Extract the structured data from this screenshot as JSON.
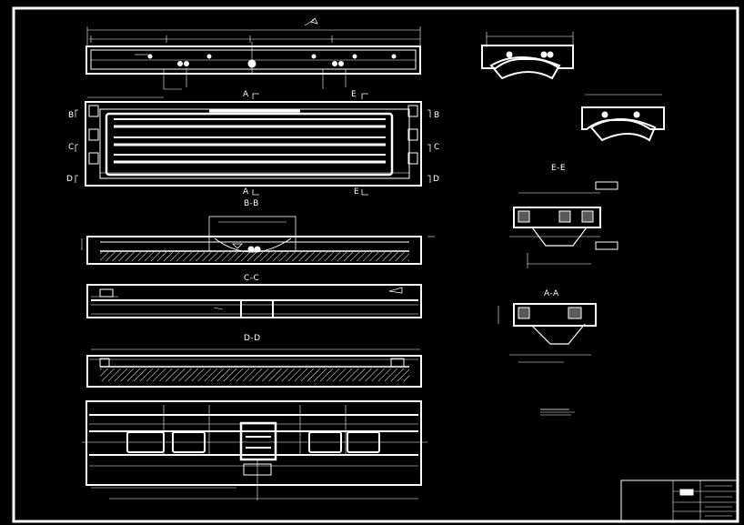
{
  "drawing": {
    "background": "#000000",
    "line_color": "#ffffff",
    "sections": {
      "a_top": "A",
      "a_bottom": "A",
      "e_top": "E",
      "e_bottom": "E",
      "b_left": "B",
      "b_right": "B",
      "c_left": "C",
      "c_right": "C",
      "d_left": "D",
      "d_right": "D"
    },
    "views": {
      "bb": "B-B",
      "cc": "C-C",
      "dd": "D-D",
      "ee": "E-E",
      "aa": "A-A"
    }
  }
}
